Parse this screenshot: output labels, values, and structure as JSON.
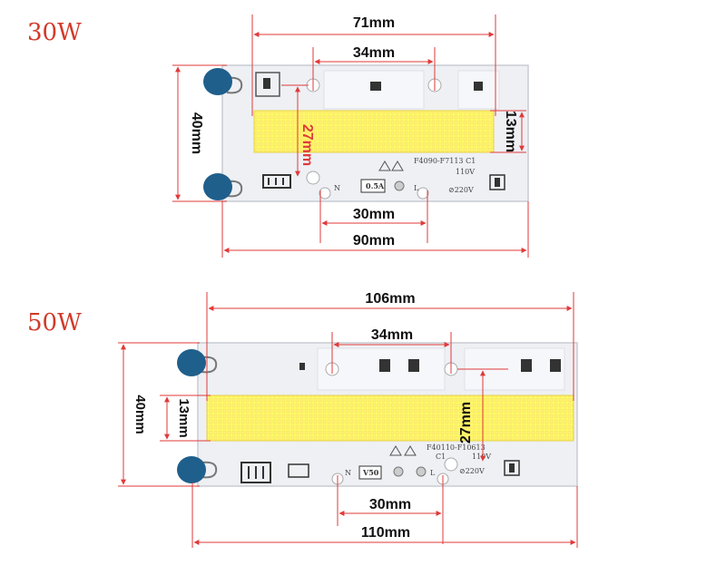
{
  "colors": {
    "title": "#d23a2a",
    "dim_line": "#e03a3a",
    "board": "#eef0f4",
    "led": "#fffb6a",
    "varistor": "#1f5f8c"
  },
  "top": {
    "title": "30W",
    "dims": {
      "length": "71mm",
      "hole_spacing": "34mm",
      "width": "40mm",
      "led_gap": "27mm",
      "led_height": "13mm",
      "terminal_spacing": "30mm",
      "total_length": "90mm"
    },
    "board": {
      "part_no": "F4090-F7113 C1",
      "label_n": "N",
      "label_l": "L",
      "v110": "110V",
      "v220": "⊘220V",
      "fuse": "0.5A"
    }
  },
  "bottom": {
    "title": "50W",
    "dims": {
      "length": "106mm",
      "hole_spacing": "34mm",
      "width": "40mm",
      "led_height": "13mm",
      "led_gap": "27mm",
      "terminal_spacing": "30mm",
      "total_length": "110mm"
    },
    "board": {
      "part_no": "F40110-F10613",
      "rev": "C1",
      "label_n": "N",
      "label_l": "L",
      "v110": "110V",
      "v220": "⊘220V",
      "fuse": "V50"
    }
  }
}
